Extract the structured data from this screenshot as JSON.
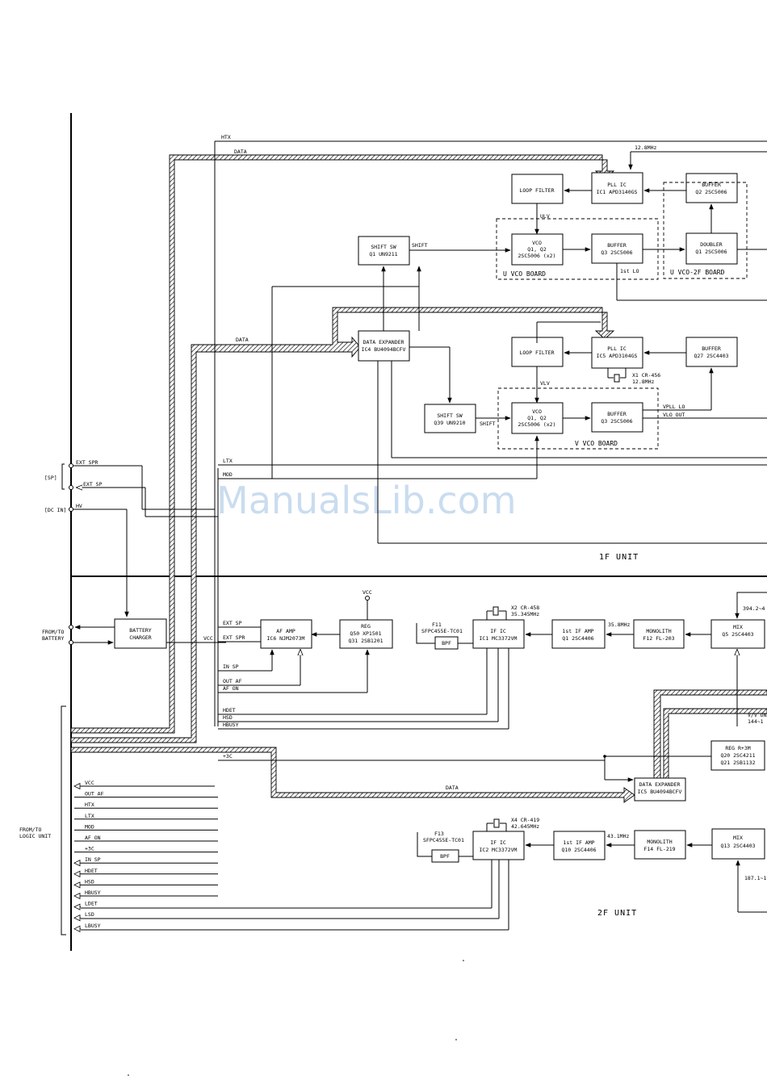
{
  "watermark": "ManualsLib.com",
  "units": {
    "unit1": "1F UNIT",
    "unit2": "2F UNIT",
    "uvco": "U VCO BOARD",
    "uvco2f": "U VCO-2F BOARD",
    "vvco": "V VCO BOARD"
  },
  "blocks": {
    "loop_filter_u": [
      "LOOP FILTER"
    ],
    "pll_u": [
      "PLL IC",
      "IC1 APD3140GS"
    ],
    "buffer_q2": [
      "BUFFER",
      "Q2 2SC5006"
    ],
    "shift_sw_q1": [
      "SHIFT SW",
      "Q1 UN9211"
    ],
    "vco_u": [
      "VCO",
      "Q1, Q2",
      "2SC5006 (x2)"
    ],
    "buffer_q3_u": [
      "BUFFER",
      "Q3 2SC5006"
    ],
    "doubler": [
      "DOUBLER",
      "Q1 2SC5006"
    ],
    "data_exp_ic4": [
      "DATA EXPANDER",
      "IC4 BU4094BCFV"
    ],
    "loop_filter_v": [
      "LOOP FILTER"
    ],
    "pll_v": [
      "PLL IC",
      "IC5 APD3104GS"
    ],
    "buffer_q27": [
      "BUFFER",
      "Q27 2SC4403"
    ],
    "shift_sw_q39": [
      "SHIFT SW",
      "Q39 UN9210"
    ],
    "vco_v": [
      "VCO",
      "Q1, Q2",
      "2SC5006 (x2)"
    ],
    "buffer_q3_v": [
      "BUFFER",
      "Q3 2SC5006"
    ],
    "battery_charger": [
      "BATTERY",
      "CHARGER"
    ],
    "af_amp": [
      "AF AMP",
      "IC6 NJM2073M"
    ],
    "reg_q50": [
      "REG",
      "Q50 XP1501",
      "Q31 2SB1201"
    ],
    "bpf1": [
      "BPF"
    ],
    "if_ic1": [
      "IF IC",
      "IC1 MC3372VM"
    ],
    "if_amp_q1": [
      "1st IF AMP",
      "Q1 2SC4406"
    ],
    "monolith_f12": [
      "MONOLITH",
      "F12 FL-203"
    ],
    "mix_q5": [
      "MIX",
      "Q5 2SC4403"
    ],
    "reg_r3m": [
      "REG R+3M",
      "Q20 2SC4211",
      "Q21 2SB1132"
    ],
    "data_exp_ic5": [
      "DATA EXPANDER",
      "IC5 BU4094BCFV"
    ],
    "bpf2": [
      "BPF"
    ],
    "if_ic2": [
      "IF IC",
      "IC2 MC3372VM"
    ],
    "if_amp_q10": [
      "1st IF AMP",
      "Q10 2SC4406"
    ],
    "monolith_f14": [
      "MONOLITH",
      "F14 FL-219"
    ],
    "mix_q13": [
      "MIX",
      "Q13 2SC4403"
    ]
  },
  "labels": {
    "htx_top": "HTX",
    "data_top": "DATA",
    "data_mid": "DATA",
    "data_low": "DATA",
    "ref_u": "12.8MHz",
    "ulv": "ULV",
    "vlv": "VLV",
    "shift_u": "SHIFT",
    "shift_v": "SHIFT",
    "lo1": "1st LO",
    "x1": "X1 CR-456",
    "x1f": "12.8MHz",
    "vpll_lo": "VPLL LO",
    "vlo_out": "VLO OUT",
    "ltx": "LTX",
    "mod": "MOD",
    "sp_conn": "[SP]",
    "ext_spr": "EXT SPR",
    "ext_sp": "EXT SP",
    "dc_in": "[DC IN]",
    "hv": "HV",
    "from_to_battery": [
      "FROM/TO",
      "BATTERY"
    ],
    "ext_sp2": "EXT SP",
    "ext_spr2": "EXT SPR",
    "vcc_line": "VCC",
    "vcc_top": "VCC",
    "in_sp": "IN SP",
    "out_af": "OUT AF",
    "af_on": "AF ON",
    "hdet": "HDET",
    "hsd": "HSD",
    "hbusy": "HBUSY",
    "plus3c": "+3C",
    "f11": "F11",
    "f11p": "SFPC455E-TC01",
    "x2": "X2 CR-458",
    "x2f": "35.345MHz",
    "if1_freq": "35.8MHz",
    "mix_lo1": "394.2~4",
    "vv_on": "V/V ON",
    "vv_on2": "144~1",
    "f13": "F13",
    "f13p": "SFPC455E-TC01",
    "x4": "X4 CR-419",
    "x4f": "42.645MHz",
    "if2_freq": "43.1MHz",
    "mix_lo2": "187.1~1",
    "from_to_logic": [
      "FROM/TO",
      "LOGIC UNIT"
    ]
  },
  "logic_signals": [
    "VCC",
    "OUT AF",
    "HTX",
    "LTX",
    "MOD",
    "AF ON",
    "+3C",
    "IN SP",
    "HDET",
    "HSD",
    "HBUSY",
    "LDET",
    "LSD",
    "LBUSY"
  ]
}
